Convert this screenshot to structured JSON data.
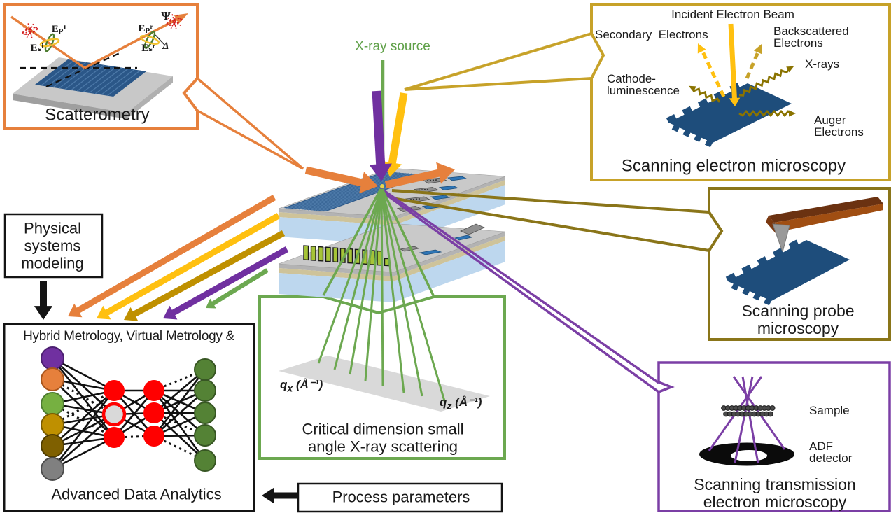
{
  "center": {
    "xray_source": "X-ray source"
  },
  "panels": {
    "scatterometry": {
      "title": "Scatterometry",
      "labels": {
        "es_i": "Eₛⁱ",
        "ep_i": "Eₚⁱ",
        "ep_r": "Eₚʳ",
        "es_r": "Eₛʳ",
        "psi": "Ψ",
        "delta": "Δ"
      }
    },
    "sem": {
      "title": "Scanning electron microscopy",
      "labels": {
        "incident": "Incident Electron Beam",
        "secondary": "Secondary  Electrons",
        "backscattered_1": "Backscattered",
        "backscattered_2": "Electrons",
        "xrays": "X-rays",
        "cathodo_1": "Cathode-",
        "cathodo_2": "luminescence",
        "auger_1": "Auger",
        "auger_2": "Electrons"
      }
    },
    "spm": {
      "title_1": "Scanning probe",
      "title_2": "microscopy"
    },
    "stem": {
      "title_1": "Scanning transmission",
      "title_2": "electron microscopy",
      "labels": {
        "sample": "Sample",
        "adf_1": "ADF",
        "adf_2": "detector"
      }
    },
    "cdsaxs": {
      "title_1": "Critical dimension small",
      "title_2": "angle X-ray scattering",
      "labels": {
        "qx": {
          "base": "q",
          "sub": "x",
          "unit": "(Å⁻¹)"
        },
        "qz": {
          "base": "q",
          "sub": "z",
          "unit": "(Å⁻¹)"
        }
      }
    },
    "modeling": {
      "line1": "Physical",
      "line2": "systems",
      "line3": "modeling"
    },
    "analytics": {
      "title_top": "Hybrid Metrology, Virtual Metrology &",
      "title_bottom": "Advanced Data Analytics"
    },
    "process": {
      "label": "Process parameters"
    }
  },
  "colors": {
    "orange": "#E6803C",
    "yellow": "#FFC010",
    "mustard": "#C7A229",
    "olive": "#8A7519",
    "zigzag": "#8A7300",
    "goldDark": "#BF9000",
    "purple": "#7B3FA5",
    "purpleDeep": "#7030A0",
    "green": "#6CA850",
    "navy": "#1E4D7B",
    "ink": "#141414",
    "red": "#FF0000",
    "planeGray": "#D9D9D9",
    "slabTop": "#C9C9C9",
    "slabEdge": "#B0B0B0",
    "tan": "#CEC39A",
    "slabBlue": "#BDD7EE",
    "gratingBlue": "#2B5788",
    "gratingStripe": "#4C79A8",
    "finGreen": "#A6C437",
    "chipGray": "#8F8F8F",
    "chipBlue": "#2E75B6",
    "brownTop": "#6B3211",
    "brownFront": "#A04E12",
    "tipGray": "#999999"
  },
  "network": {
    "input_colors": [
      "#7030A0",
      "#E6803C",
      "#76B041",
      "#BF9000",
      "#7F6000",
      "#808080"
    ],
    "input_strokes": [
      "#4B1F70",
      "#A8551C",
      "#4E7D31",
      "#7A5C00",
      "#4F3C00",
      "#4D4D4D"
    ],
    "hidden_color": "#FF0000",
    "highlight_fill": "#D9D9D9",
    "output_color": "#548235",
    "output_stroke": "#375623"
  }
}
